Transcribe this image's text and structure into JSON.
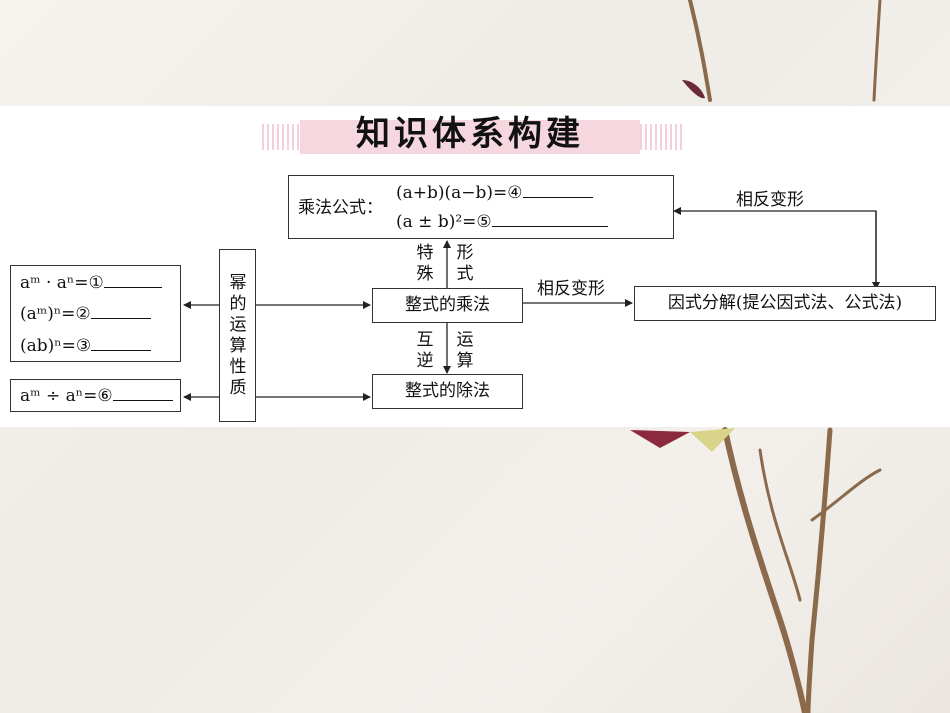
{
  "title": "知识体系构建",
  "formula_box": {
    "label": "乘法公式：",
    "line1": "(a+b)(a−b)=④",
    "line2": "(a ± b)²=⑤"
  },
  "left_boxes": {
    "b1": "aᵐ · aⁿ=①",
    "b2": "(aᵐ)ⁿ=②",
    "b3": "(ab)ⁿ=③",
    "b4": "aᵐ ÷ aⁿ=⑥"
  },
  "power_box": [
    "幂",
    "的",
    "运",
    "算",
    "性",
    "质"
  ],
  "mult_box": "整式的乘法",
  "div_box": "整式的除法",
  "factor_box": "因式分解(提公因式法、公式法)",
  "labels": {
    "special": [
      "特",
      "殊"
    ],
    "form": [
      "形",
      "式"
    ],
    "inverse": [
      "互",
      "逆"
    ],
    "operation": [
      "运",
      "算"
    ],
    "reverse_top": "相反变形",
    "reverse_mid": "相反变形"
  }
}
